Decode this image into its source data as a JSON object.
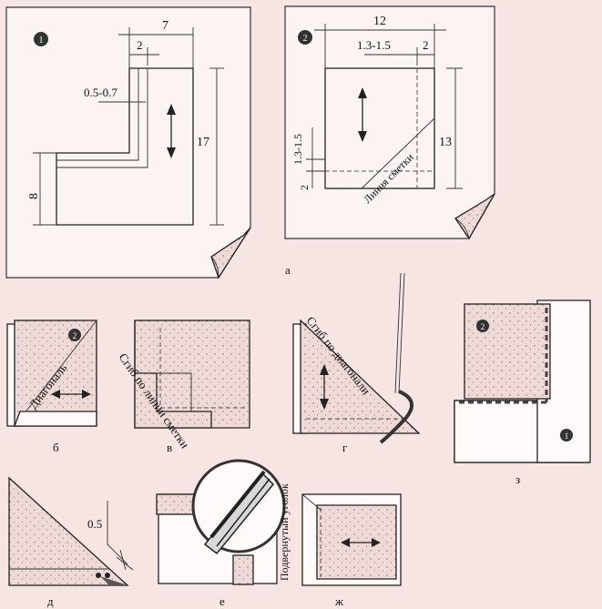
{
  "figure": {
    "labels": {
      "a": "а",
      "b": "б",
      "v": "в",
      "g": "г",
      "d": "д",
      "e": "е",
      "zh": "ж",
      "z": "з"
    },
    "markers": {
      "one": "1",
      "two": "2"
    },
    "pattern1": {
      "dim_top": "7",
      "dim_inner": "2",
      "dim_seam": "0.5-0.7",
      "dim_right": "17",
      "dim_left": "8"
    },
    "pattern2": {
      "dim_top": "12",
      "dim_seam": "1.3-1.5",
      "dim_inner": "2",
      "dim_left_seam": "1.3-1.5",
      "dim_left_small": "2",
      "dim_right": "13",
      "basting_line": "Линия сметки"
    },
    "step_b": {
      "diagonal": "Диагональ"
    },
    "step_v": {
      "fold_basting": "Сгиб по линии сметки"
    },
    "step_g": {
      "fold_diagonal": "Сгиб по диагонали"
    },
    "step_d": {
      "dim": "0.5"
    },
    "step_e": {
      "tucked_corner": "Подвернутый уголок"
    }
  }
}
